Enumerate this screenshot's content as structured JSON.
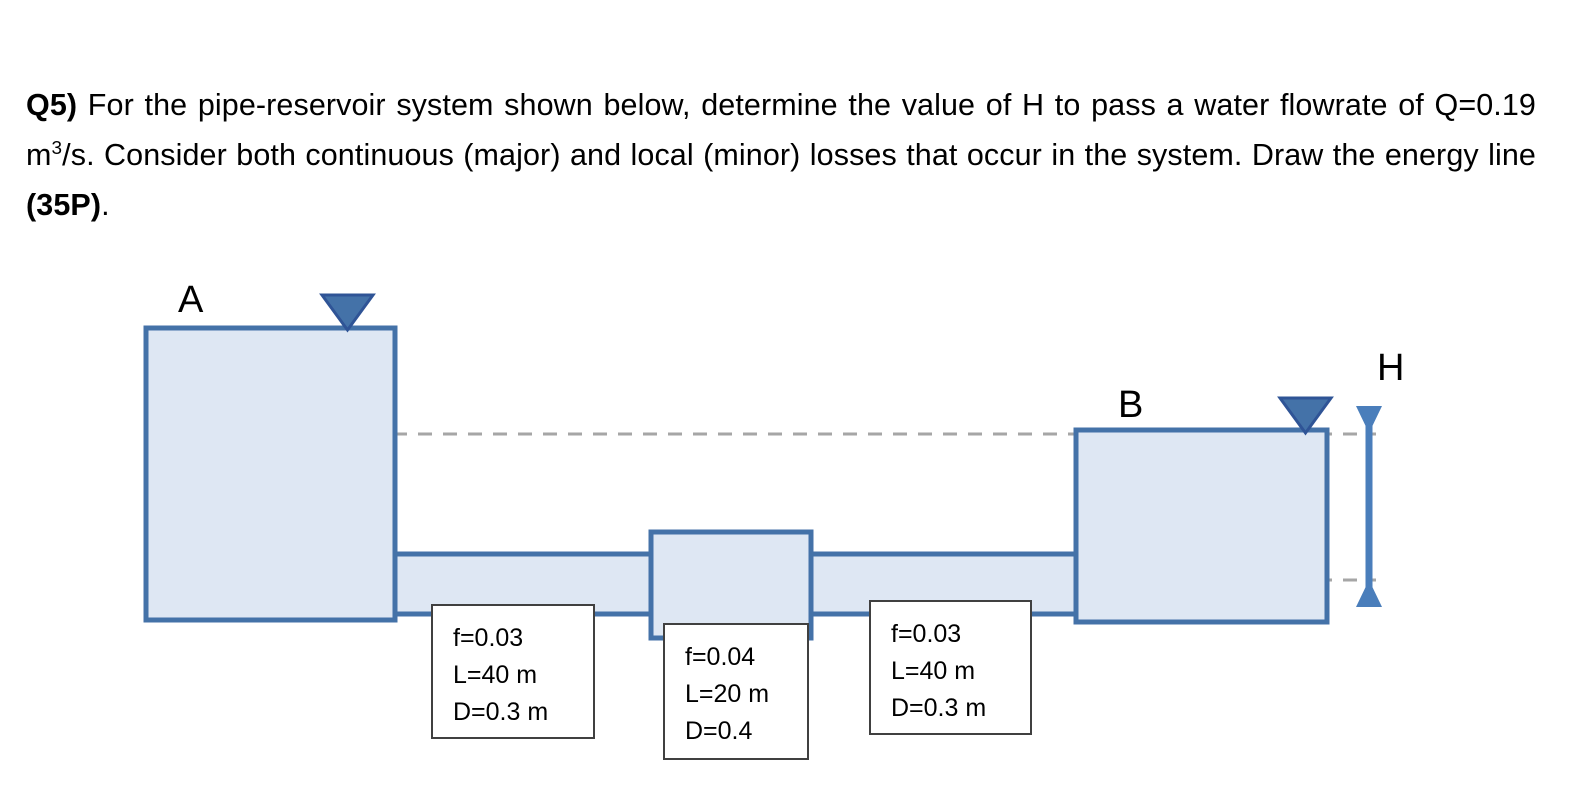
{
  "question": {
    "label": "Q5)",
    "body_part1": " For the pipe-reservoir system shown below, determine the value of H to pass a water flowrate of Q=0.19 m",
    "exponent": "3",
    "body_part2": "/s. Consider both continuous (major) and local (minor) losses that occur in the system. Draw the energy line ",
    "points": "(35P)",
    "period": "."
  },
  "diagram": {
    "title": "pipe-reservoir-system",
    "reservoir_a_label": "A",
    "reservoir_b_label": "B",
    "head_label": "H",
    "colors": {
      "water_fill": "#dee7f3",
      "water_border": "#4472a8",
      "water_surface_marker": "#4472a8",
      "marker_edge": "#2f5496",
      "datum_dash": "#a6a6a6",
      "dimension_arrow": "#4a7ebb",
      "info_box_border": "#404040",
      "text": "#000000"
    },
    "elements": {
      "reservoir_a": "reservoir-a",
      "reservoir_b": "reservoir-b",
      "pipe_segment_1": "pipe-segment-1",
      "pipe_segment_2": "pipe-segment-middle",
      "pipe_segment_3": "pipe-segment-3",
      "water_surface_a": "water-surface-triangle-a",
      "water_surface_b": "water-surface-triangle-b",
      "datum_line_a": "datum-line-upper",
      "datum_line_b": "datum-line-lower",
      "h_arrow": "head-dimension-arrow"
    }
  },
  "annotations": [
    {
      "name": "pipe-1-properties",
      "lines": [
        "f=0.03",
        "L=40 m",
        "D=0.3 m"
      ],
      "friction_factor": 0.03,
      "length_m": 40,
      "diameter_m": 0.3
    },
    {
      "name": "pipe-2-properties",
      "lines": [
        "f=0.04",
        "L=20 m",
        "D=0.4"
      ],
      "friction_factor": 0.04,
      "length_m": 20,
      "diameter_m": 0.4
    },
    {
      "name": "pipe-3-properties",
      "lines": [
        "f=0.03",
        "L=40 m",
        "D=0.3 m"
      ],
      "friction_factor": 0.03,
      "length_m": 40,
      "diameter_m": 0.3
    }
  ]
}
